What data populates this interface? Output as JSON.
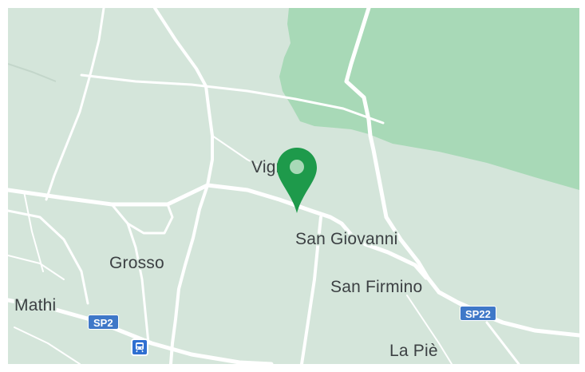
{
  "map": {
    "colors": {
      "land": "#d4e5da",
      "park": "#a8d9b7",
      "road": "#ffffff",
      "label": "#3c4043",
      "shield": "#3f78c8",
      "pin": "#1e9a4b"
    },
    "places": {
      "vigna": "Vigna",
      "san_giovanni": "San Giovanni",
      "grosso": "Grosso",
      "san_firmino": "San Firmino",
      "mathi": "Mathi",
      "la_pie": "La Piè"
    },
    "road_shields": {
      "sp2": "SP2",
      "sp22": "SP22"
    },
    "icons": {
      "marker": "map-pin-icon",
      "transit": "train-station-icon"
    }
  }
}
